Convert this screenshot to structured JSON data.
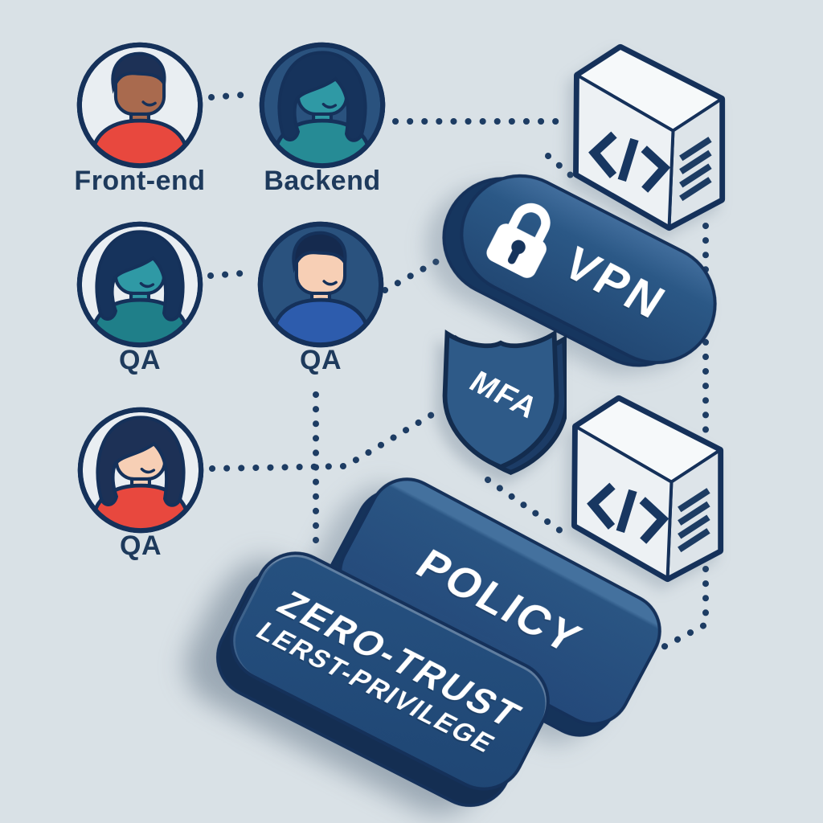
{
  "palette": {
    "page": "#d9e1e6",
    "ink": "#1e3a5c",
    "outline": "#15315a",
    "dot": "#1d3c63",
    "pill-top": "#416d9c",
    "pill-mid": "#2b5886",
    "pill-low": "#224874",
    "pill-back": "#16365f",
    "shield-front": "#2e5a88",
    "shield-back": "#1c3c66",
    "policy-front": "#2a5583",
    "policy-top": "#44719e",
    "policy-back": "#15335a",
    "zt-face": "#265180",
    "zt-back": "#142e52",
    "cube-top": "#f6f9fa",
    "cube-front": "#edf1f4",
    "cube-side": "#dde4e9",
    "accent-red": "#e8483e",
    "accent-teal": "#268b95",
    "accent-blue": "#2d5cad"
  },
  "team": {
    "members": [
      {
        "label": "Front-end",
        "variant": "man",
        "colors": {
          "bg": "#e9eef2",
          "skin": "#a96a4e",
          "hair": "#1d3156",
          "shirt": "#e8483e"
        }
      },
      {
        "label": "Backend",
        "variant": "woman",
        "colors": {
          "bg": "#2a527e",
          "skin": "#2f99a5",
          "hair": "#16335c",
          "shirt": "#268b95"
        }
      },
      {
        "label": "QA",
        "variant": "woman",
        "colors": {
          "bg": "#e9eef2",
          "skin": "#2f99a5",
          "hair": "#16335c",
          "shirt": "#1f7f89"
        }
      },
      {
        "label": "QA",
        "variant": "man",
        "colors": {
          "bg": "#2a527e",
          "skin": "#f7cfb5",
          "hair": "#152a4e",
          "shirt": "#2d5cad"
        }
      },
      {
        "label": "QA",
        "variant": "woman",
        "colors": {
          "bg": "#e9eef2",
          "skin": "#f7cfb5",
          "hair": "#1d3156",
          "shirt": "#e8483e"
        }
      }
    ]
  },
  "security": {
    "vpn": {
      "label": "VPN",
      "icon": "lock-icon"
    },
    "mfa": {
      "label": "MFA",
      "icon": "shield-shape"
    },
    "policy": {
      "label": "POLICY"
    },
    "zero_trust": {
      "line1": "ZERO-TRUST",
      "line2": "LERST-PRIVILEGE"
    }
  },
  "servers": [
    {
      "icon": "code-icon",
      "vent_lines": 4
    },
    {
      "icon": "code-icon",
      "vent_lines": 4
    }
  ]
}
